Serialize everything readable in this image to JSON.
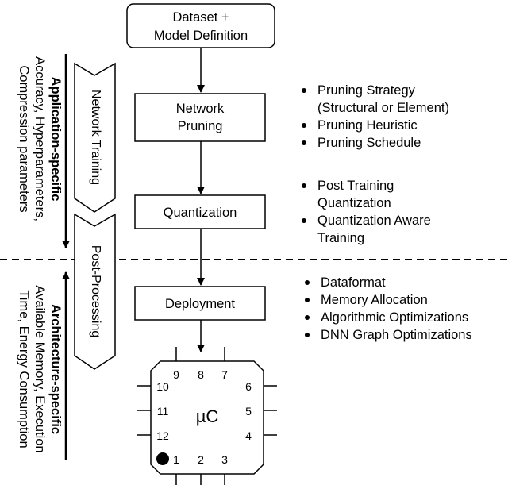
{
  "boxes": {
    "dataset": [
      "Dataset +",
      "Model Definition"
    ],
    "pruning": [
      "Network",
      "Pruning"
    ],
    "quantization": "Quantization",
    "deployment": "Deployment"
  },
  "phases": {
    "training": "Network Training",
    "post": "Post-Processing"
  },
  "left_axis": {
    "app_title": "Application-specific",
    "app_text": [
      "Accuracy, Hyperparameters,",
      "Compression parameters"
    ],
    "arch_title": "Architecture-specific",
    "arch_text": [
      "Available Memory, Execution",
      "Time, Energy Consumption"
    ]
  },
  "bullets": {
    "pruning": [
      [
        "Pruning Strategy",
        "(Structural or Element)"
      ],
      [
        "Pruning Heuristic"
      ],
      [
        "Pruning Schedule"
      ]
    ],
    "quantization": [
      [
        "Post Training",
        "Quantization"
      ],
      [
        "Quantization Aware",
        "Training"
      ]
    ],
    "deployment": [
      [
        "Dataformat"
      ],
      [
        "Memory Allocation"
      ],
      [
        "Algorithmic Optimizations"
      ],
      [
        "DNN Graph Optimizations"
      ]
    ]
  },
  "chip": {
    "label": "µC",
    "pins_top": [
      "9",
      "8",
      "7"
    ],
    "pins_right": [
      "6",
      "5",
      "4"
    ],
    "pins_bottom": [
      "1",
      "2",
      "3"
    ],
    "pins_left": [
      "10",
      "11",
      "12"
    ]
  }
}
